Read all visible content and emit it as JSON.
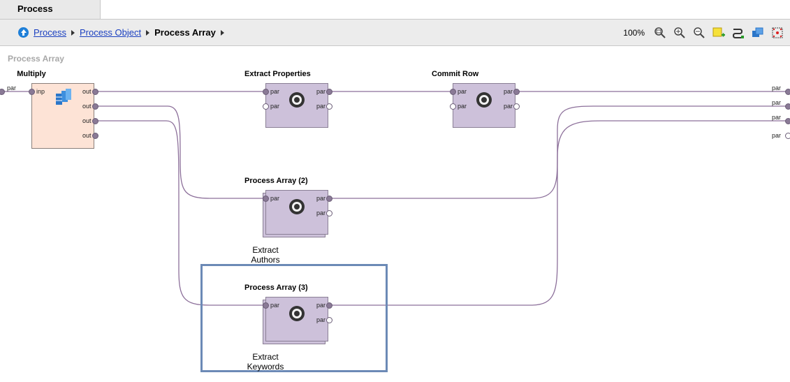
{
  "tab": {
    "label": "Process"
  },
  "breadcrumb": {
    "items": [
      {
        "label": "Process",
        "link": true
      },
      {
        "label": "Process Object",
        "link": true
      },
      {
        "label": "Process Array",
        "link": false
      }
    ]
  },
  "toolbar": {
    "zoom": "100%"
  },
  "canvas": {
    "title": "Process Array"
  },
  "left_port": {
    "label": "par"
  },
  "right_ports": [
    "par",
    "par",
    "par",
    "par"
  ],
  "operators": {
    "multiply": {
      "title": "Multiply",
      "input": "inp",
      "outputs": [
        "out",
        "out",
        "out",
        "out"
      ]
    },
    "extract_properties": {
      "title": "Extract Properties",
      "in": [
        "par",
        "par"
      ],
      "out": [
        "par",
        "par"
      ]
    },
    "commit_row": {
      "title": "Commit Row",
      "in": [
        "par",
        "par"
      ],
      "out": [
        "par",
        "par"
      ]
    },
    "process_array_2": {
      "title": "Process Array (2)",
      "subtitle": "Extract Authors",
      "in": [
        "par"
      ],
      "out": [
        "par",
        "par"
      ]
    },
    "process_array_3": {
      "title": "Process Array (3)",
      "subtitle": "Extract Keywords",
      "in": [
        "par"
      ],
      "out": [
        "par",
        "par"
      ]
    }
  },
  "colors": {
    "wire": "#8c6f9a",
    "operator": "#cdc1da",
    "multiply": "#fde3d6",
    "highlight": "#6c8ab6"
  }
}
